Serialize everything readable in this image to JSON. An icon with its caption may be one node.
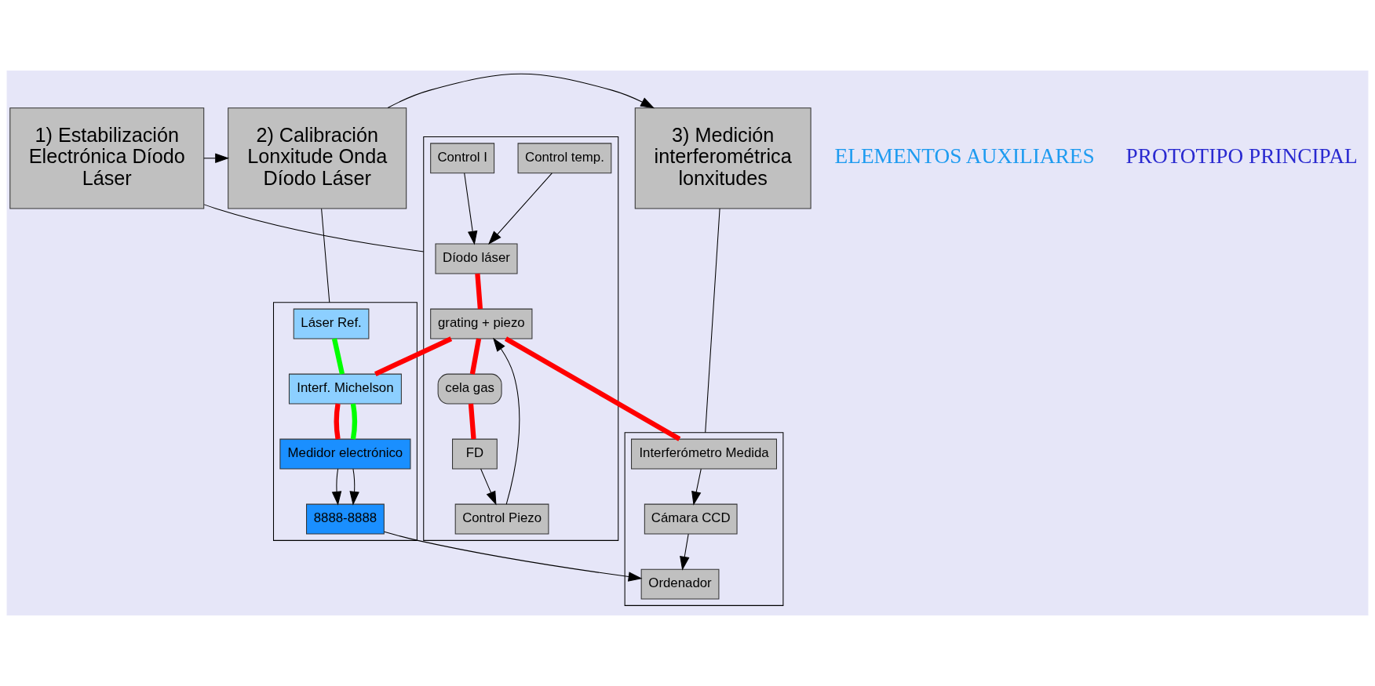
{
  "diagram": {
    "nodes": [
      {
        "text": [
          "1) Estabilización Electrónica Díodo Láser"
        ]
      },
      {
        "text": [
          "2) Calibración Lonxitude Onda Díodo Láser"
        ]
      },
      {
        "text": [
          "3) Medición interferométrica lonxitudes"
        ]
      },
      {
        "text": [],
        "shape": "box"
      },
      {
        "text": [
          "Díodo láser"
        ],
        "in": 3
      },
      {
        "text": [
          "grating + piezo"
        ],
        "in": 3
      },
      {
        "text": [
          "cela gas"
        ],
        "in": 3
      },
      {
        "text": [
          "Control temp."
        ],
        "in": 3
      },
      {
        "text": [
          "Control I"
        ],
        "in": 3
      },
      {
        "text": [
          "Control Piezo"
        ],
        "in": 3
      },
      {
        "text": [
          "FD"
        ],
        "in": 3
      },
      {
        "text": [],
        "shape": "box"
      },
      {
        "text": [
          "Láser Ref."
        ],
        "in": 11
      },
      {
        "text": [
          "Interf. Michelson"
        ],
        "in": 11
      },
      {
        "text": [
          "Medidor electrónico"
        ],
        "in": 11
      },
      {
        "text": [
          "8888-8888"
        ],
        "in": 11
      },
      {
        "text": [],
        "shape": "box"
      },
      {
        "text": [
          "Interferómetro Medida"
        ],
        "in": 16
      },
      {
        "text": [
          "Cámara CCD"
        ],
        "in": 16
      },
      {
        "text": [
          "Ordenador"
        ],
        "in": 16
      }
    ],
    "edges": [
      {
        "from": 0,
        "to": 1,
        "arrow": "to"
      },
      {
        "from": 1,
        "to": 2,
        "arrow": "to"
      },
      {
        "from": 0,
        "to": 3,
        "arrow": "none"
      },
      {
        "from": 1,
        "to": 11,
        "arrow": "none"
      },
      {
        "from": 2,
        "to": 16,
        "arrow": "none"
      },
      {
        "from": 4,
        "to": 5,
        "arrow": "none",
        "style": "thick",
        "color": "#ff0000"
      },
      {
        "from": 5,
        "to": 6,
        "arrow": "none",
        "style": "thick",
        "color": "#ff0000"
      },
      {
        "from": 6,
        "to": 10,
        "arrow": "none",
        "style": "thick",
        "color": "#ff0000"
      },
      {
        "from": 5,
        "to": 17,
        "arrow": "none",
        "style": "thick",
        "color": "#ff0000"
      },
      {
        "from": 5,
        "to": 13,
        "arrow": "none",
        "style": "thick",
        "color": "#ff0000"
      },
      {
        "from": 13,
        "to": 14,
        "arrow": "none",
        "style": "thick",
        "color": "#ff0000"
      },
      {
        "from": 12,
        "to": 13,
        "arrow": "none",
        "style": "thick",
        "color": "#00ff00"
      },
      {
        "from": 13,
        "to": 14,
        "arrow": "none",
        "style": "thick",
        "color": "#00ff00"
      },
      {
        "from": 7,
        "to": 4,
        "arrow": "to"
      },
      {
        "from": 8,
        "to": 4,
        "arrow": "to"
      },
      {
        "from": 9,
        "to": 5,
        "arrow": "to"
      },
      {
        "from": 10,
        "to": 9,
        "arrow": "to"
      },
      {
        "from": 14,
        "to": 15,
        "arrow": "to"
      },
      {
        "from": 14,
        "to": 15,
        "arrow": "to"
      },
      {
        "from": 15,
        "to": 19,
        "arrow": "to"
      },
      {
        "from": 17,
        "to": 18,
        "arrow": "to"
      },
      {
        "from": 18,
        "to": 19,
        "arrow": "to"
      }
    ],
    "labels": [
      "ELEMENTOS AUXILIARES",
      "PROTOTIPO PRINCIPAL"
    ]
  }
}
